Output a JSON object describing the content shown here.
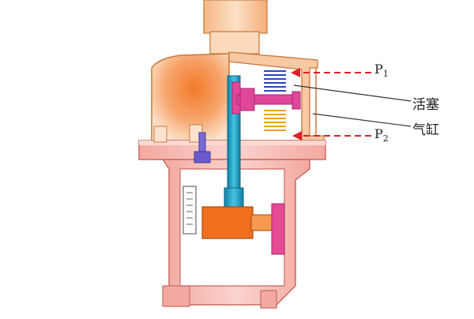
{
  "diagram": {
    "labels": {
      "piston": "活塞",
      "cylinder": "气缸",
      "p1": {
        "base": "P",
        "sub": "1"
      },
      "p2": {
        "base": "P",
        "sub": "2"
      }
    },
    "colors": {
      "body_orange": "#f3a873",
      "body_light": "#fde3cb",
      "body_hot": "#f47a2a",
      "frame_pink": "#f5b7b0",
      "frame_stroke": "#c66b63",
      "stem_teal": "#1aa0c4",
      "link_magenta": "#e0479a",
      "piston_blue": "#2547c9",
      "spring_orange": "#f0a020",
      "arrow_red": "#e0202a",
      "block_orange": "#f07020",
      "block_pink": "#e54a96"
    }
  }
}
